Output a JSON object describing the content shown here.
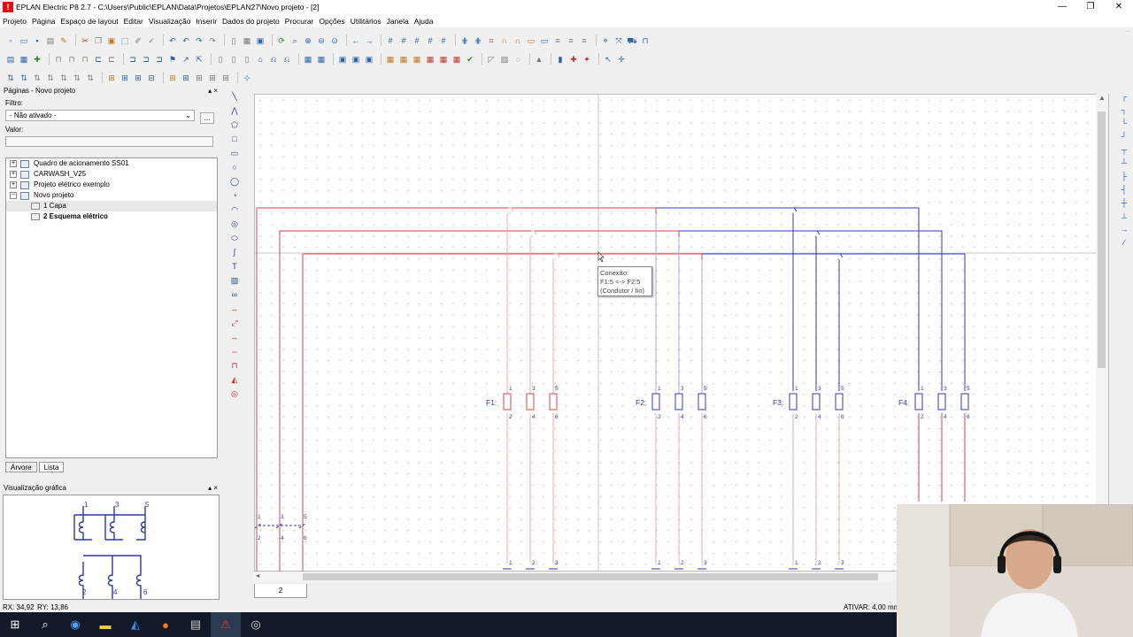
{
  "window": {
    "title": "EPLAN Electric P8 2.7 - C:\\Users\\Public\\EPLAN\\Data\\Projetos\\EPLAN27\\Novo projeto - [2]",
    "controls": {
      "minimize": "—",
      "maximize": "❐",
      "close": "✕"
    }
  },
  "menu": [
    "Projeto",
    "Página",
    "Espaço de layout",
    "Editar",
    "Visualização",
    "Inserir",
    "Dados do projeto",
    "Procurar",
    "Opções",
    "Utilitários",
    "Janela",
    "Ajuda"
  ],
  "mdi_controls": {
    "minimize": "_",
    "restore": "▫",
    "close": "×"
  },
  "pages_panel": {
    "title": "Páginas - Novo projeto",
    "filter_label": "Filtro:",
    "filter_value": "- Não ativado -",
    "dots": "...",
    "value_label": "Valor:",
    "tree": [
      {
        "label": "Quadro de acionamento SS01",
        "level": 0,
        "expander": "+"
      },
      {
        "label": "CARWASH_V25",
        "level": 0,
        "expander": "+"
      },
      {
        "label": "Projeto elétrico exemplo",
        "level": 0,
        "expander": "+"
      },
      {
        "label": "Novo projeto",
        "level": 0,
        "expander": "−"
      },
      {
        "label": "1 Capa",
        "level": 1,
        "selected": true
      },
      {
        "label": "2 Esquema elétrico",
        "level": 1,
        "bold": true
      }
    ],
    "tabs": [
      "Árvore",
      "Lista"
    ]
  },
  "preview_panel": {
    "title": "Visualização gráfica",
    "terminals_top": [
      "1",
      "3",
      "5"
    ],
    "terminals_bottom": [
      "2",
      "4",
      "6"
    ]
  },
  "schematic": {
    "fuses": [
      {
        "label": "F1:",
        "pins_top": [
          "1",
          "3",
          "5"
        ],
        "pins_bottom": [
          "2",
          "4",
          "6"
        ]
      },
      {
        "label": "F2:",
        "pins_top": [
          "1",
          "3",
          "5"
        ],
        "pins_bottom": [
          "2",
          "4",
          "6"
        ]
      },
      {
        "label": "F3:",
        "pins_top": [
          "1",
          "3",
          "5"
        ],
        "pins_bottom": [
          "2",
          "4",
          "6"
        ]
      },
      {
        "label": "F4:",
        "pins_top": [
          "1",
          "3",
          "5"
        ],
        "pins_bottom": [
          "2",
          "4",
          "6"
        ]
      }
    ],
    "switch_pins_top": [
      "1",
      "3",
      "5"
    ],
    "switch_pins_bottom": [
      "2",
      "4",
      "6"
    ],
    "bottom_pins": [
      "1",
      "2",
      "3"
    ],
    "tooltip": [
      "Conexão:",
      "F1:5 <-> F2:5",
      "(Condutor / fio)"
    ],
    "colors": {
      "red": "#d24a4a",
      "blue": "#3a3ab8",
      "light_red": "#f0a8a8",
      "light_blue": "#a8a8e8"
    }
  },
  "page_tab": "2",
  "status": {
    "rx": "RX: 34,92",
    "ry": "RY: 13,86",
    "activate": "ATIVAR: 4,00 mm"
  },
  "taskbar": {
    "icons": [
      "windows-logo",
      "search-icon",
      "app-icon",
      "explorer-icon",
      "vscode-icon",
      "firefox-icon",
      "files-icon",
      "eplan-icon",
      "app2-icon"
    ]
  }
}
